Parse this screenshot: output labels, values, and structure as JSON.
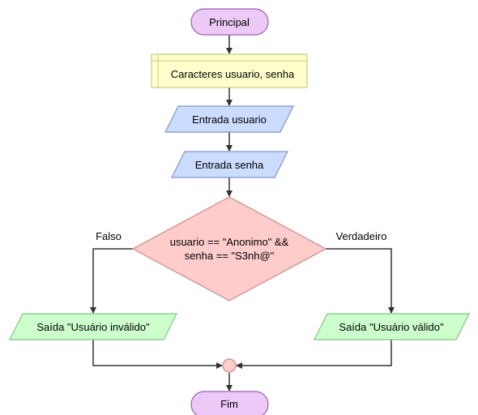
{
  "diagram": {
    "start": {
      "label": "Principal"
    },
    "declare": {
      "label": "Caracteres usuario, senha"
    },
    "input_usuario": {
      "label": "Entrada usuario"
    },
    "input_senha": {
      "label": "Entrada senha"
    },
    "decision": {
      "line1": "usuario == \"Anonimo\" &&",
      "line2": "senha == \"S3nh@\"",
      "false_label": "Falso",
      "true_label": "Verdadeiro"
    },
    "output_invalid": {
      "label": "Saída \"Usuário inválido\""
    },
    "output_valid": {
      "label": "Saída \"Usuário válido\""
    },
    "end": {
      "label": "Fim"
    }
  },
  "colors": {
    "terminal_fill": "#ecc9f7",
    "terminal_stroke": "#9a62b0",
    "declare_fill": "#ffffcc",
    "declare_stroke": "#c9c98a",
    "input_fill": "#ccdcff",
    "input_stroke": "#7f95c7",
    "decision_fill": "#ffcccc",
    "decision_stroke": "#c98a8a",
    "output_fill": "#ccffcc",
    "output_stroke": "#82c282",
    "connector_fill": "#ffcccc",
    "connector_stroke": "#c98a8a",
    "arrow": "#333333"
  }
}
